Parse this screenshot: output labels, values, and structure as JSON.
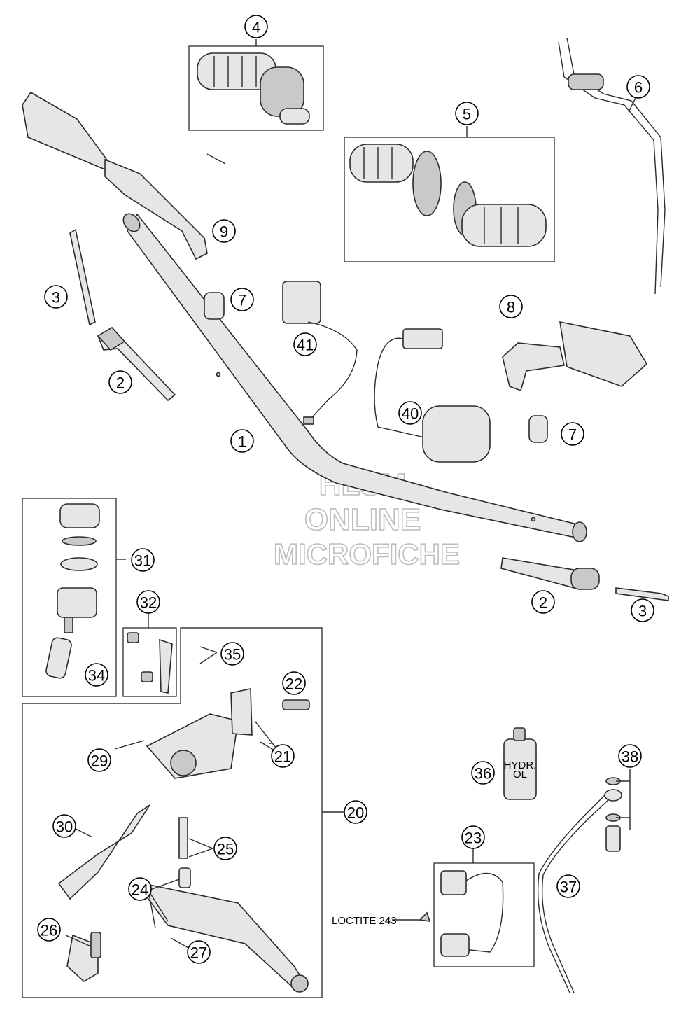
{
  "callouts": [
    "1",
    "2",
    "2",
    "3",
    "3",
    "4",
    "5",
    "6",
    "7",
    "7",
    "8",
    "9",
    "20",
    "21",
    "22",
    "23",
    "24",
    "25",
    "26",
    "27",
    "29",
    "30",
    "31",
    "32",
    "34",
    "35",
    "36",
    "37",
    "38",
    "40",
    "41"
  ],
  "note": "LOCTITE 243",
  "bottle_label": [
    "HYDR.",
    "OL"
  ],
  "watermark": [
    "HLSM",
    "ONLINE",
    "MICROFICHE"
  ]
}
